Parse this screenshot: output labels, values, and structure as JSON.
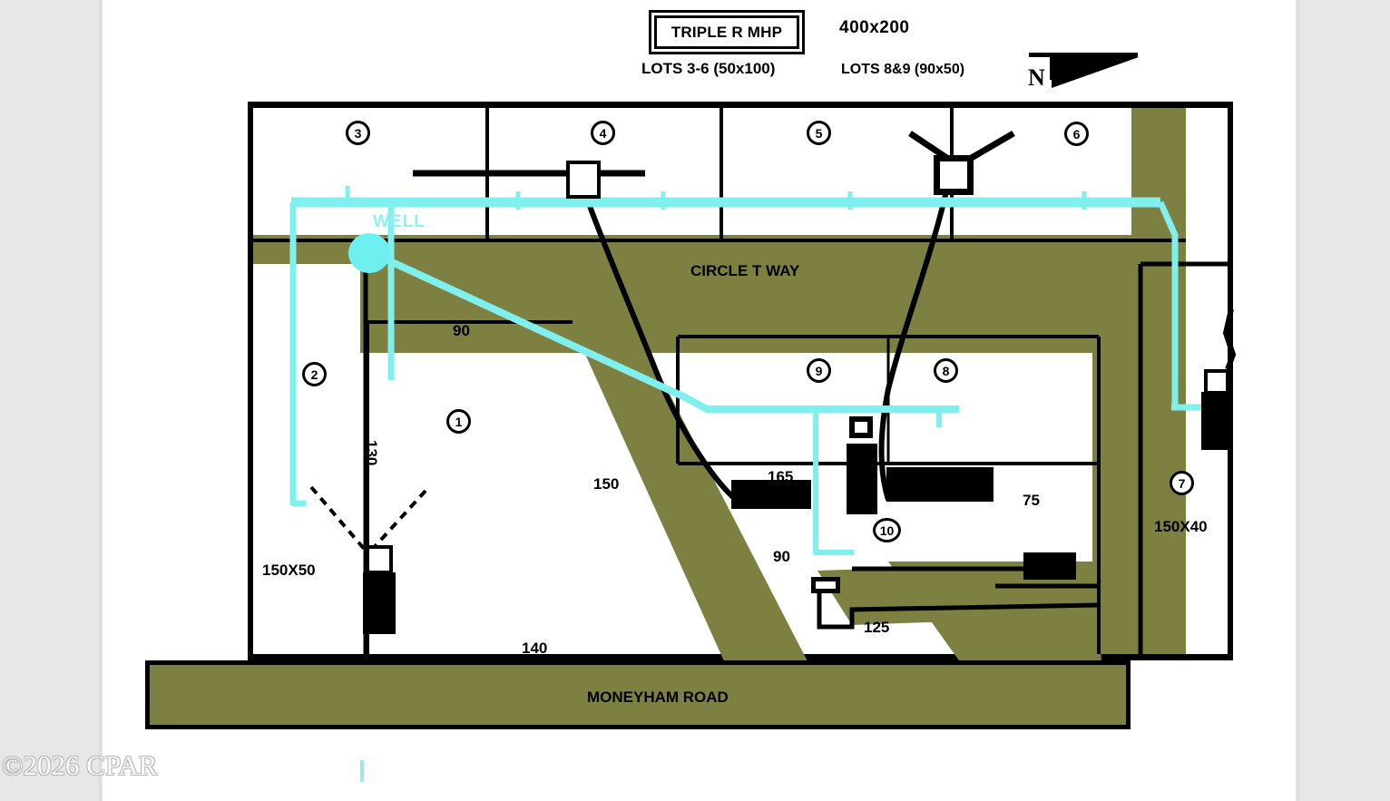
{
  "header": {
    "park_name": "TRIPLE R MHP",
    "overall_dimensions": "400x200",
    "lots_note_left": "LOTS  3-6 (50x100)",
    "lots_note_right": "LOTS 8&9 (90x50)",
    "north_label": "N",
    "north_icon": "north-arrow-icon"
  },
  "labels": {
    "well": "WELL",
    "circle_t_way": "CIRCLE T WAY",
    "moneyham_road": "MONEYHAM ROAD"
  },
  "lots": [
    {
      "id": "1",
      "number": "1"
    },
    {
      "id": "2",
      "number": "2"
    },
    {
      "id": "3",
      "number": "3"
    },
    {
      "id": "4",
      "number": "4"
    },
    {
      "id": "5",
      "number": "5"
    },
    {
      "id": "6",
      "number": "6"
    },
    {
      "id": "7",
      "number": "7"
    },
    {
      "id": "8",
      "number": "8"
    },
    {
      "id": "9",
      "number": "9"
    },
    {
      "id": "10",
      "number": "10"
    }
  ],
  "dimensions": {
    "d_90_upper": "90",
    "d_130": "130",
    "d_150_diag": "150",
    "d_150x50": "150X50",
    "d_140": "140",
    "d_165": "165",
    "d_90_lower": "90",
    "d_75": "75",
    "d_125": "125",
    "d_150x40": "150X40"
  },
  "colors": {
    "road_olive": "#7d8040",
    "pipe_cyan": "#7ff0ee",
    "line_black": "#000000",
    "page_white": "#ffffff",
    "backdrop_gray": "#e7e7e7"
  },
  "footer": {
    "copyright": "©2026 CPAR"
  }
}
